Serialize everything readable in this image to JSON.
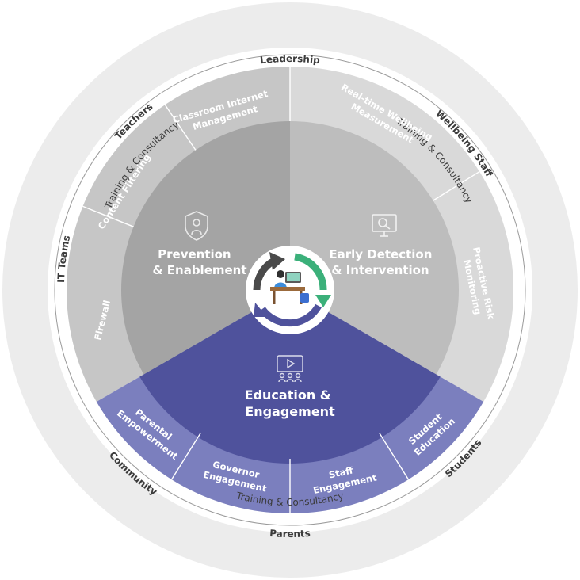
{
  "colors": {
    "outer_ring": "#ececec",
    "ring_gap": "#ffffff",
    "gray_left_segment": "#c6c6c6",
    "gray_right_segment": "#d9d9d9",
    "prevention_sector": "#a4a4a4",
    "early_detection_sector": "#bdbdbd",
    "education_sector": "#4f529c",
    "education_segment": "#7b7fbe",
    "hub_arrow_green": "#3bb07a",
    "hub_arrow_dark": "#4a4a4a",
    "hub_arrow_blue": "#4f529c"
  },
  "stakeholders": {
    "leadership": "Leadership",
    "wellbeing_staff": "Wellbeing Staff",
    "students": "Students",
    "parents": "Parents",
    "community": "Community",
    "it_teams": "IT Teams",
    "teachers": "Teachers"
  },
  "training_ring": {
    "top_left": "Training & Consultancy",
    "top_right": "Training & Consultancy",
    "bottom": "Training & Consultancy"
  },
  "sectors": {
    "prevention": {
      "line1": "Prevention",
      "line2": "& Enablement",
      "icon": "shield-person-icon",
      "segments": {
        "firewall": "Firewall",
        "content_filtering": "Content Filtering",
        "classroom_line1": "Classroom Internet",
        "classroom_line2": "Management"
      }
    },
    "early_detection": {
      "line1": "Early Detection",
      "line2": "& Intervention",
      "icon": "monitor-search-icon",
      "segments": {
        "realtime_line1": "Real-time Wellbeing",
        "realtime_line2": "Measurement",
        "proactive_line1": "Proactive Risk",
        "proactive_line2": "Monitoring"
      }
    },
    "education": {
      "line1": "Education &",
      "line2": "Engagement",
      "icon": "video-audience-icon",
      "segments": {
        "parental_line1": "Parental",
        "parental_line2": "Empowerment",
        "governor_line1": "Governor",
        "governor_line2": "Engagement",
        "staff_line1": "Staff",
        "staff_line2": "Engagement",
        "student_line1": "Student",
        "student_line2": "Education"
      }
    }
  },
  "hub": {
    "icon": "student-at-desk-icon"
  }
}
